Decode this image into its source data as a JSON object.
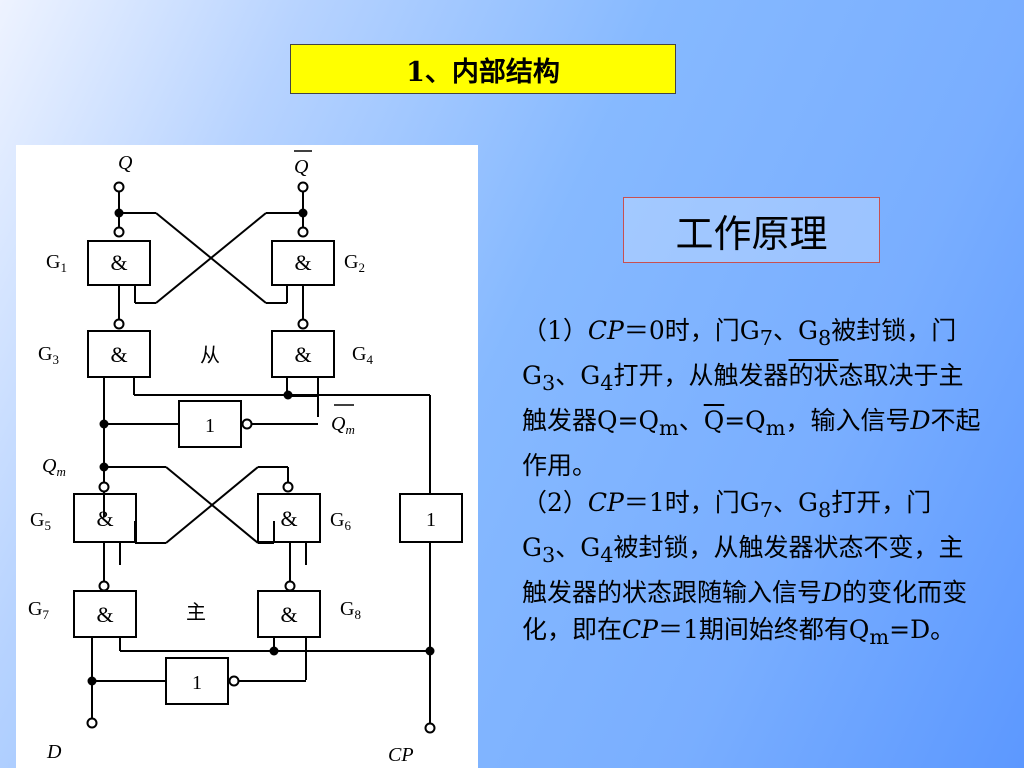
{
  "slide": {
    "title": "1、内部结构",
    "principle_title": "工作原理"
  },
  "diagram": {
    "labels": {
      "q": "Q",
      "q_bar": "Q",
      "qm": "Q",
      "qm_sub": "m",
      "qm_bar": "Q",
      "qm_bar_sub": "m",
      "slave": "从",
      "master": "主",
      "d": "D",
      "cp": "CP"
    },
    "gates": [
      {
        "name": "G",
        "sub": "1",
        "symbol": "&"
      },
      {
        "name": "G",
        "sub": "2",
        "symbol": "&"
      },
      {
        "name": "G",
        "sub": "3",
        "symbol": "&"
      },
      {
        "name": "G",
        "sub": "4",
        "symbol": "&"
      },
      {
        "name": "G",
        "sub": "5",
        "symbol": "&"
      },
      {
        "name": "G",
        "sub": "6",
        "symbol": "&"
      },
      {
        "name": "G",
        "sub": "7",
        "symbol": "&"
      },
      {
        "name": "G",
        "sub": "8",
        "symbol": "&"
      }
    ],
    "inverters": [
      "1",
      "1",
      "1"
    ]
  },
  "explanation": {
    "p1": {
      "a": "（1）",
      "cp": "CP",
      "b": "＝0时，门G",
      "s7": "7",
      "c": "、G",
      "s8": "8",
      "d": "被封锁，门G",
      "s3": "3",
      "e": "、G",
      "s4": "4",
      "f": "打开，从触发器",
      "g_under": "的状",
      "h": "态取决于主触发器Q=Q",
      "sm": "m",
      "i": "、",
      "j_under": "Q",
      "k": "=Q",
      "sm2": "m",
      "l": "，输入信号",
      "dvar": "D",
      "m": "不起作用。"
    },
    "p2": {
      "a": "（2）",
      "cp": "CP",
      "b": "＝1时，门G",
      "s7": "7",
      "c": "、G",
      "s8": "8",
      "d": "打开，门G",
      "s3": "3",
      "e": "、G",
      "s4": "4",
      "f": "被封锁，从触发器状态不变，主触发器的状态跟随输入信号",
      "dvar": "D",
      "g": "的变化而变化，即在",
      "cp2": "CP",
      "h": "＝1期间始终都有Q",
      "sm": "m",
      "i": "=D。"
    }
  }
}
